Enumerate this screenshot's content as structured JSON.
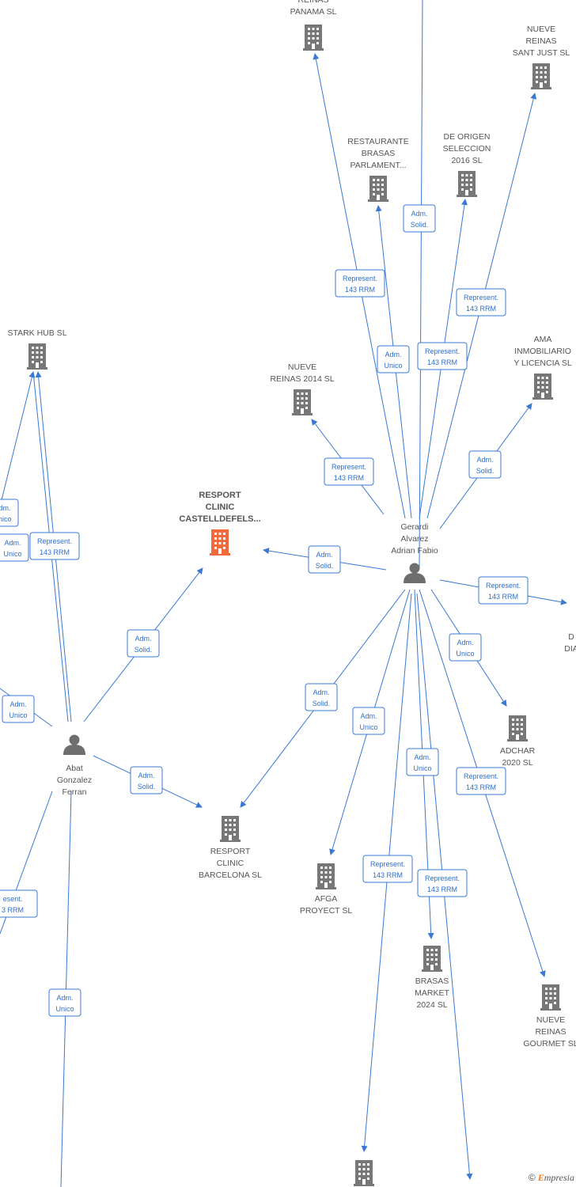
{
  "colors": {
    "edge": "#3a78d4",
    "building": "#777777",
    "main_building": "#f26a3a",
    "person": "#6e6e6e"
  },
  "nodes": [
    {
      "id": "reinas_panama",
      "type": "building",
      "label": [
        "REINAS",
        "PANAMA SL"
      ]
    },
    {
      "id": "sant_just",
      "type": "building",
      "label": [
        "NUEVE",
        "REINAS",
        "SANT JUST SL"
      ]
    },
    {
      "id": "restaurante",
      "type": "building",
      "label": [
        "RESTAURANTE",
        "BRASAS",
        "PARLAMENT..."
      ]
    },
    {
      "id": "de_origen",
      "type": "building",
      "label": [
        "DE ORIGEN",
        "SELECCION",
        "2016 SL"
      ]
    },
    {
      "id": "stark_hub",
      "type": "building",
      "label": [
        "STARK HUB SL"
      ]
    },
    {
      "id": "nueve_2014",
      "type": "building",
      "label": [
        "NUEVE",
        "REINAS 2014 SL"
      ]
    },
    {
      "id": "ama",
      "type": "building",
      "label": [
        "AMA",
        "INMOBILIARIO",
        "Y LICENCIA SL"
      ]
    },
    {
      "id": "resport_castell",
      "type": "main",
      "label": [
        "RESPORT",
        "CLINIC",
        "CASTELLDEFELS..."
      ]
    },
    {
      "id": "gerardi",
      "type": "person",
      "label": [
        "Gerardi",
        "Alvarez",
        "Adrian Fabio"
      ]
    },
    {
      "id": "abat",
      "type": "person",
      "label": [
        "Abat",
        "Gonzalez",
        "Ferran"
      ]
    },
    {
      "id": "di_partial",
      "type": "text",
      "label": [
        "D",
        "DIA"
      ]
    },
    {
      "id": "adchar",
      "type": "building",
      "label": [
        "ADCHAR",
        "2020 SL"
      ]
    },
    {
      "id": "resport_bcn",
      "type": "building",
      "label": [
        "RESPORT",
        "CLINIC",
        "BARCELONA SL"
      ]
    },
    {
      "id": "afga",
      "type": "building",
      "label": [
        "AFGA",
        "PROYECT SL"
      ]
    },
    {
      "id": "brasas_market",
      "type": "building",
      "label": [
        "BRASAS",
        "MARKET",
        "2024 SL"
      ]
    },
    {
      "id": "gourmet",
      "type": "building",
      "label": [
        "NUEVE",
        "REINAS",
        "GOURMET SL"
      ]
    },
    {
      "id": "bottom_bldg",
      "type": "building",
      "label": []
    }
  ],
  "edge_labels": [
    {
      "id": "e1",
      "lines": [
        "Adm.",
        "Solid."
      ]
    },
    {
      "id": "e2",
      "lines": [
        "Represent.",
        "143 RRM"
      ]
    },
    {
      "id": "e3",
      "lines": [
        "Represent.",
        "143 RRM"
      ]
    },
    {
      "id": "e4",
      "lines": [
        "Adm.",
        "Unico"
      ]
    },
    {
      "id": "e5",
      "lines": [
        "Represent.",
        "143 RRM"
      ]
    },
    {
      "id": "e6",
      "lines": [
        "Represent.",
        "143 RRM"
      ]
    },
    {
      "id": "e7",
      "lines": [
        "Adm.",
        "Solid."
      ]
    },
    {
      "id": "e8",
      "lines": [
        "Adm.",
        "Solid."
      ]
    },
    {
      "id": "e9",
      "lines": [
        "Represent.",
        "143 RRM"
      ]
    },
    {
      "id": "e10",
      "lines": [
        "Adm.",
        "Unico"
      ]
    },
    {
      "id": "e11",
      "lines": [
        "Adm.",
        "Solid."
      ]
    },
    {
      "id": "e12",
      "lines": [
        "Adm.",
        "Unico"
      ]
    },
    {
      "id": "e13",
      "lines": [
        "Adm.",
        "Unico"
      ]
    },
    {
      "id": "e14",
      "lines": [
        "Represent.",
        "143 RRM"
      ]
    },
    {
      "id": "e15",
      "lines": [
        "Represent.",
        "143 RRM"
      ]
    },
    {
      "id": "e16",
      "lines": [
        "Represent.",
        "143 RRM"
      ]
    },
    {
      "id": "e17",
      "lines": [
        "Adm.",
        "Solid."
      ]
    },
    {
      "id": "e18",
      "lines": [
        "Adm.",
        "Solid."
      ]
    },
    {
      "id": "e19",
      "lines": [
        "Represent.",
        "143 RRM"
      ]
    },
    {
      "id": "e20",
      "lines": [
        "Adm.",
        "Unico"
      ]
    },
    {
      "id": "e21",
      "lines": [
        "Adm.",
        "Unico"
      ]
    },
    {
      "id": "e22",
      "lines": [
        "Adm.",
        "Unico"
      ]
    },
    {
      "id": "e23",
      "lines": [
        "esent.",
        "3 RRM"
      ]
    },
    {
      "id": "e24",
      "lines": [
        "Adm.",
        "Unico"
      ]
    }
  ],
  "footer": {
    "symbol": "©",
    "brand_initial": "E",
    "brand_rest": "mpresia"
  }
}
